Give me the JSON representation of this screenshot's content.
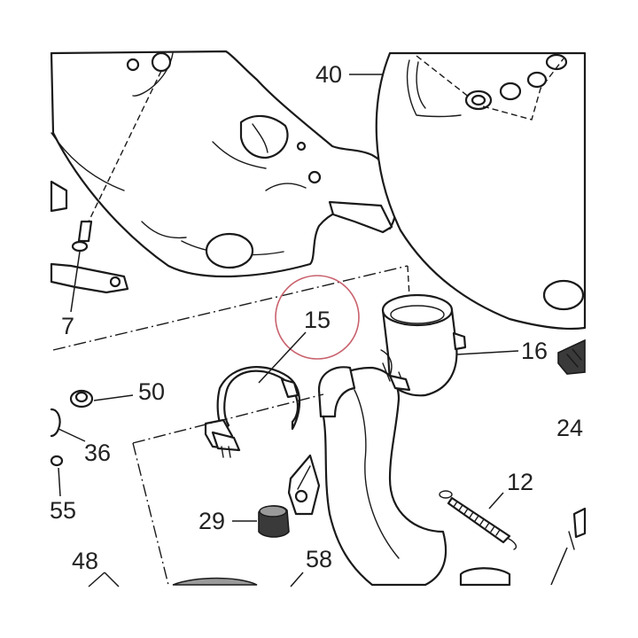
{
  "callouts": {
    "c40": "40",
    "c7": "7",
    "c15": "15",
    "c16": "16",
    "c50": "50",
    "c36": "36",
    "c24": "24",
    "c55": "55",
    "c12": "12",
    "c29": "29",
    "c48": "48",
    "c58": "58"
  },
  "colors": {
    "line": "#1a1a1a",
    "highlight_circle": "#c9626e",
    "dark_fill": "#3a3a3a",
    "grey_fill": "#9a9a9a"
  }
}
